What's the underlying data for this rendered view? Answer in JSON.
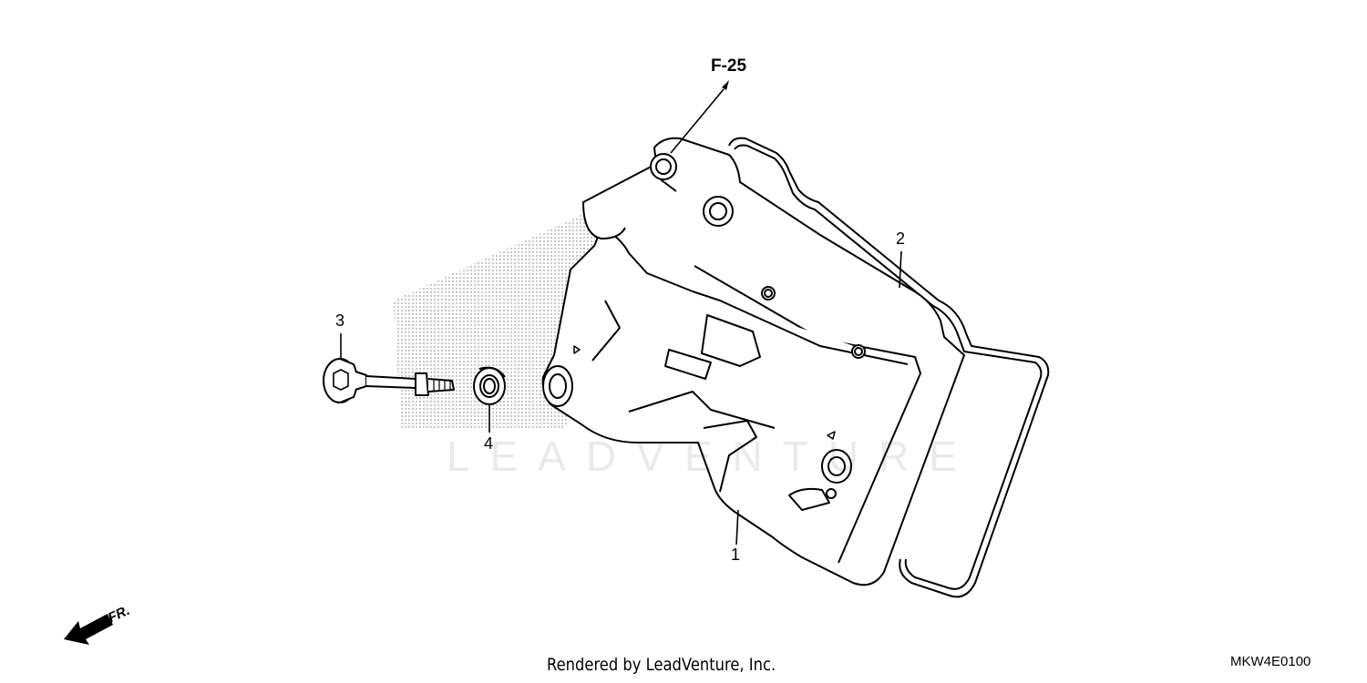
{
  "parts": [
    {
      "ref": "1",
      "name": "cylinder-head-cover"
    },
    {
      "ref": "2",
      "name": "head-cover-gasket"
    },
    {
      "ref": "3",
      "name": "flange-bolt"
    },
    {
      "ref": "4",
      "name": "rubber-seal-washer"
    }
  ],
  "reference_label": "F-25",
  "direction_label": "FR.",
  "watermark": "LEADVENTURE",
  "footer": "Rendered by LeadVenture, Inc.",
  "diagram_code": "MKW4E0100",
  "colors": {
    "line": "#000000",
    "background": "#ffffff"
  },
  "icons": [
    "front-direction-arrow-icon",
    "reference-arrow-icon"
  ]
}
